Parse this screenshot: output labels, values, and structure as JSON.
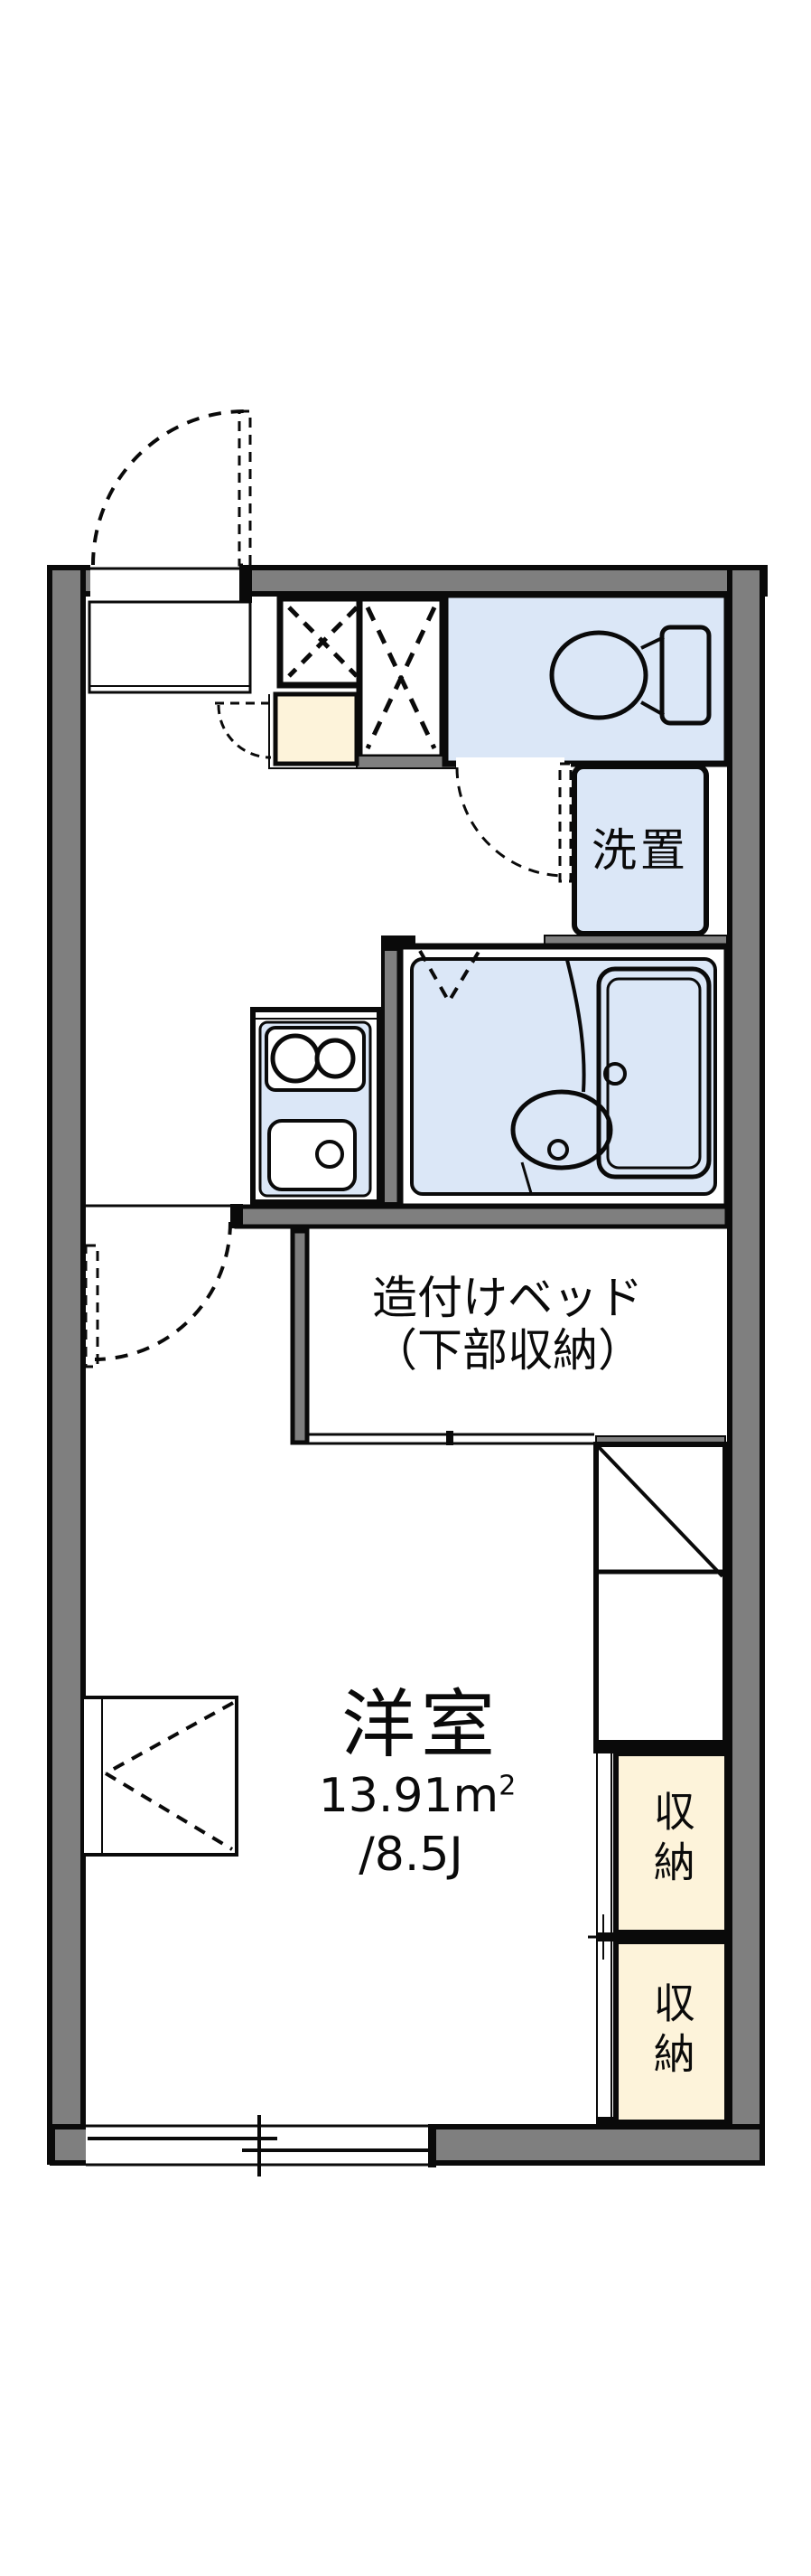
{
  "plan": {
    "rooms": {
      "washer": {
        "label": "洗置"
      },
      "bed": {
        "label_line1": "造付けベッド",
        "label_line2": "（下部収納）"
      },
      "main": {
        "name": "洋室",
        "area_value": "13.91m",
        "area_sup": "2",
        "size_value": "/8.5J"
      },
      "storage_upper": {
        "label": "収納"
      },
      "storage_lower": {
        "label": "収納"
      }
    },
    "colors": {
      "wall_gray": "#7f7f7f",
      "room_blue": "#dbe7f7",
      "storage_cream": "#fdf3da",
      "line_black": "#0a0a0a",
      "background": "#ffffff"
    }
  }
}
